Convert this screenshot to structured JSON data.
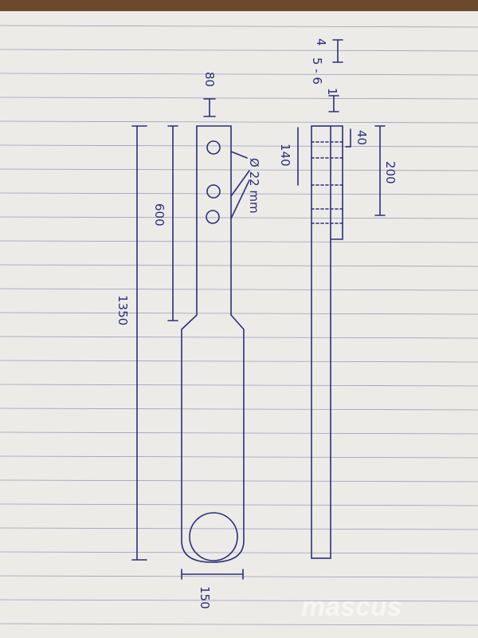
{
  "colors": {
    "paper": "#ecebe8",
    "rule_line": "#9ca0b4",
    "ink": "#2b2f7a",
    "table_edge": "#6b4a2b",
    "watermark": "#ffffff"
  },
  "sketch": {
    "top_labels": {
      "a": "4",
      "b": "5 - 6",
      "c": "1"
    },
    "dimensions": {
      "d80": "80",
      "d40": "40",
      "d140": "140",
      "d200": "200",
      "d600": "600",
      "d1350": "1350",
      "d150": "150",
      "hole_callout": "Ø 22 mm"
    }
  },
  "watermark": {
    "text": "mascus"
  }
}
